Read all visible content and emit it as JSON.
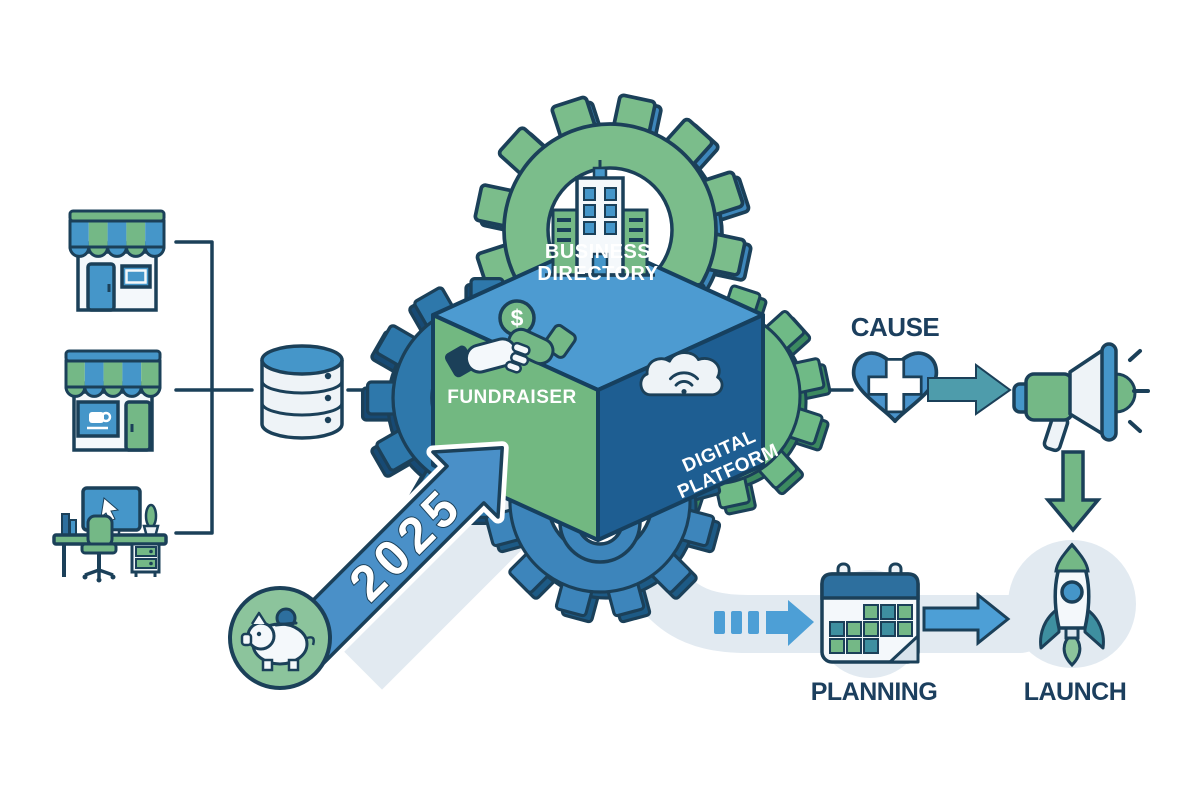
{
  "palette": {
    "outline": "#1b4059",
    "blue": "#4596c9",
    "blue_light": "#4d9fd6",
    "blue_dark": "#1e5e92",
    "green": "#74b886",
    "green_light": "#8cc49c",
    "teal": "#4e9cab",
    "track_gray": "#e2eaf1",
    "label_dark": "#1c3f5e"
  },
  "hub": {
    "year_arrow": {
      "label": "2025",
      "icon": "piggy-bank-icon"
    },
    "gears": [
      "top-gear",
      "left-gear",
      "right-gear",
      "bottom-gear"
    ],
    "faces": {
      "top": {
        "line1": "BUSINESS",
        "line2": "DIRECTORY",
        "icon": "city-building-icon"
      },
      "left": {
        "label": "FUNDRAISER",
        "icon": "handshake-icon",
        "coin_symbol": "$"
      },
      "right": {
        "line1": "DIGITAL",
        "line2": "PLATFORM",
        "icon": "cloud-wifi-icon"
      }
    }
  },
  "inputs": {
    "items": [
      {
        "icon": "storefront-icon"
      },
      {
        "icon": "cafe-storefront-icon"
      },
      {
        "icon": "workstation-icon"
      }
    ],
    "collector_icon": "database-icon"
  },
  "flow_right": {
    "cause": {
      "label": "CAUSE",
      "icon": "heart-plus-icon"
    },
    "announce": {
      "icon": "megaphone-icon"
    },
    "planning": {
      "label": "PLANNING",
      "icon": "calendar-icon"
    },
    "launch": {
      "label": "LAUNCH",
      "icon": "rocket-icon"
    }
  }
}
